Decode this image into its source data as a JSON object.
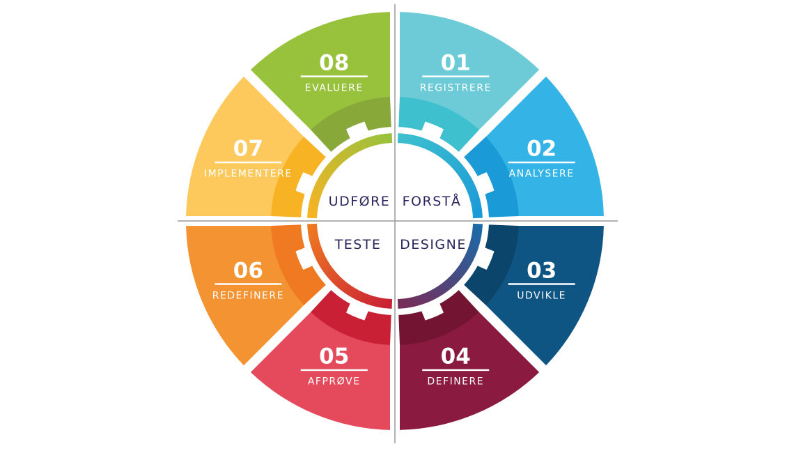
{
  "segments": [
    {
      "number": "01",
      "label": "REGISTRERE",
      "color": "#6ccbd6",
      "ring_color": "#3ec0cf"
    },
    {
      "number": "02",
      "label": "ANALYSERE",
      "color": "#34b3e6",
      "ring_color": "#1a9ad6"
    },
    {
      "number": "03",
      "label": "UDVIKLE",
      "color": "#0f5583",
      "ring_color": "#0b456b"
    },
    {
      "number": "04",
      "label": "DEFINERE",
      "color": "#8a1a3f",
      "ring_color": "#731433"
    },
    {
      "number": "05",
      "label": "AFPRØVE",
      "color": "#e54a5c",
      "ring_color": "#c92035"
    },
    {
      "number": "06",
      "label": "REDEFINERE",
      "color": "#f49332",
      "ring_color": "#ef7a21"
    },
    {
      "number": "07",
      "label": "IMPLEMENTERE",
      "color": "#fdc95c",
      "ring_color": "#f8b324"
    },
    {
      "number": "08",
      "label": "EVALUERE",
      "color": "#98c13c",
      "ring_color": "#88a93a"
    }
  ],
  "quadrants": {
    "top_left": "UDFØRE",
    "top_right": "FORSTÅ",
    "bottom_left": "TESTE",
    "bottom_right": "DESIGNE"
  },
  "colors": {
    "center_text": "#2b2660",
    "axis_line": "#9a9a9a",
    "gear_fill": "#ffffff"
  }
}
